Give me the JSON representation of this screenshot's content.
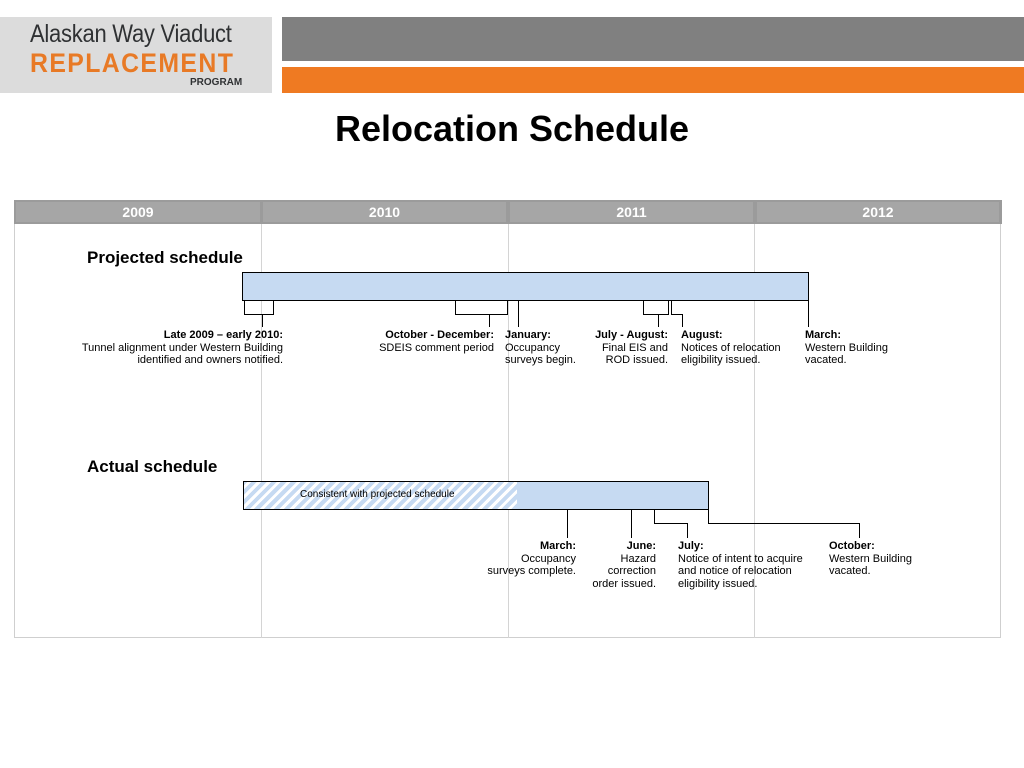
{
  "header": {
    "logo": {
      "line1": "Alaskan Way Viaduct",
      "line2": "REPLACEMENT",
      "line3": "PROGRAM"
    },
    "title": "Relocation Schedule",
    "colors": {
      "gray_bar": "#808080",
      "orange_bar": "#ef7a22",
      "logo_orange": "#e87a26"
    }
  },
  "timeline": {
    "years": [
      "2009",
      "2010",
      "2011",
      "2012"
    ],
    "projected": {
      "label": "Projected schedule",
      "milestones": [
        {
          "title": "Late 2009 – early 2010:",
          "lines": [
            "Tunnel alignment under Western Building",
            "identified and owners notified."
          ]
        },
        {
          "title": "October - December:",
          "lines": [
            "SDEIS comment period"
          ]
        },
        {
          "title": "January:",
          "lines": [
            "Occupancy",
            "surveys begin."
          ]
        },
        {
          "title": "July - August:",
          "lines": [
            "Final EIS and",
            "ROD issued."
          ]
        },
        {
          "title": "August:",
          "lines": [
            "Notices of relocation",
            "eligibility issued."
          ]
        },
        {
          "title": "March:",
          "lines": [
            "Western Building",
            "vacated."
          ]
        }
      ]
    },
    "actual": {
      "label": "Actual schedule",
      "hatch_label": "Consistent with projected schedule",
      "milestones": [
        {
          "title": "March:",
          "lines": [
            "Occupancy",
            "surveys complete."
          ]
        },
        {
          "title": "June:",
          "lines": [
            "Hazard",
            "correction",
            "order issued."
          ]
        },
        {
          "title": "July:",
          "lines": [
            "Notice of intent to acquire",
            "and notice of relocation",
            "eligibility issued."
          ]
        },
        {
          "title": "October:",
          "lines": [
            "Western Building",
            "vacated."
          ]
        }
      ]
    },
    "colors": {
      "bar_fill": "#c6daf2",
      "year_header": "#a6a6a6"
    }
  }
}
